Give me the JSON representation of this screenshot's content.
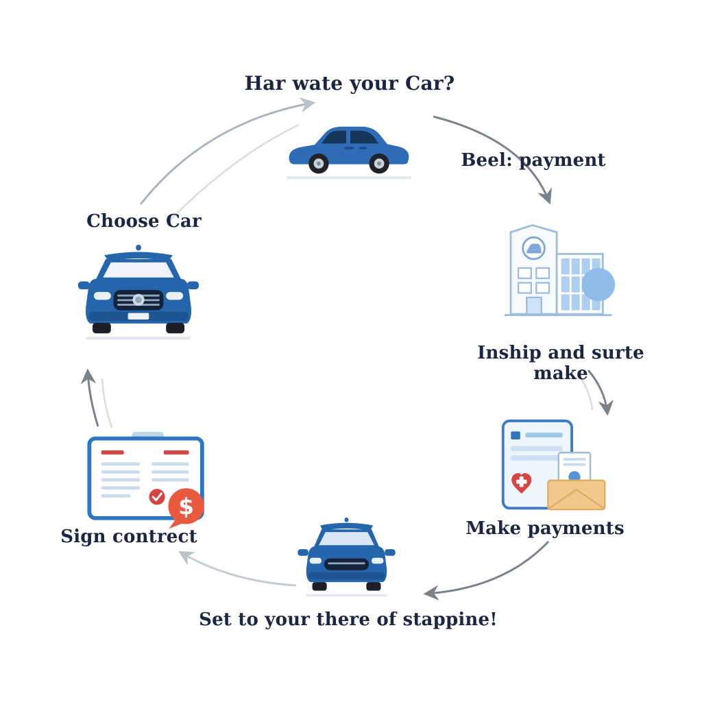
{
  "diagram": {
    "title": "Har wate your Car?",
    "labels": {
      "choose_car": "Choose Car",
      "payment": "Beel: payment",
      "dealership": "Inship and surte make",
      "make_payments": "Make payments",
      "sign_contract": "Sign contrect",
      "drive_away": "Set to your there of stappine!"
    },
    "contract_currency": "$",
    "colors": {
      "label_text": "#1b2742",
      "car_blue": "#2565ab",
      "window_navy": "#16375c",
      "building_outline_blue": "#9dbce0",
      "glass_blue": "#aecff0",
      "accent_red": "#d64541",
      "dollar_orange": "#e8593f",
      "envelope_tan": "#f0c98a",
      "arrow_gray": "#7a828c",
      "arrow_light_gray": "#c3ccd4"
    }
  }
}
